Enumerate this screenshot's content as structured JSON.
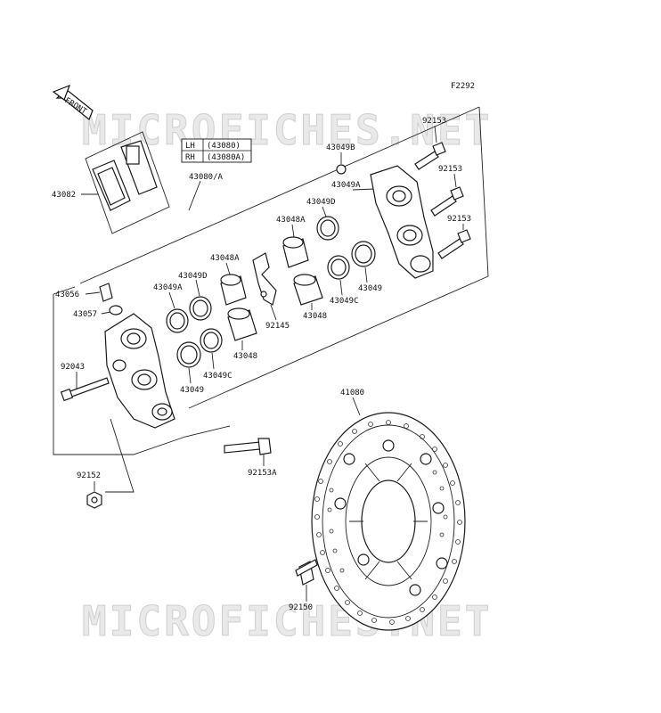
{
  "diagram_code": "F2292",
  "front_arrow_label": "FRONT",
  "watermark": "MICROFICHES.NET",
  "legend": {
    "rows": [
      {
        "side": "LH",
        "part": "(43080)"
      },
      {
        "side": "RH",
        "part": "(43080A)"
      }
    ]
  },
  "labels": {
    "p43082": "43082",
    "p43080A": "43080/A",
    "p43056": "43056",
    "p43057": "43057",
    "p92043": "92043",
    "p92152": "92152",
    "p43049A_left": "43049A",
    "p43049D_left": "43049D",
    "p43048A_left": "43048A",
    "p43048_left": "43048",
    "p43049C_left": "43049C",
    "p43049_left": "43049",
    "p92145": "92145",
    "p43048A_right": "43048A",
    "p43049D_right": "43049D",
    "p43048_right": "43048",
    "p43049C_right": "43049C",
    "p43049_right": "43049",
    "p43049B": "43049B",
    "p43049A_right": "43049A",
    "p92153_1": "92153",
    "p92153_2": "92153",
    "p92153_3": "92153",
    "p92153A": "92153A",
    "p41080": "41080",
    "p92150": "92150"
  }
}
